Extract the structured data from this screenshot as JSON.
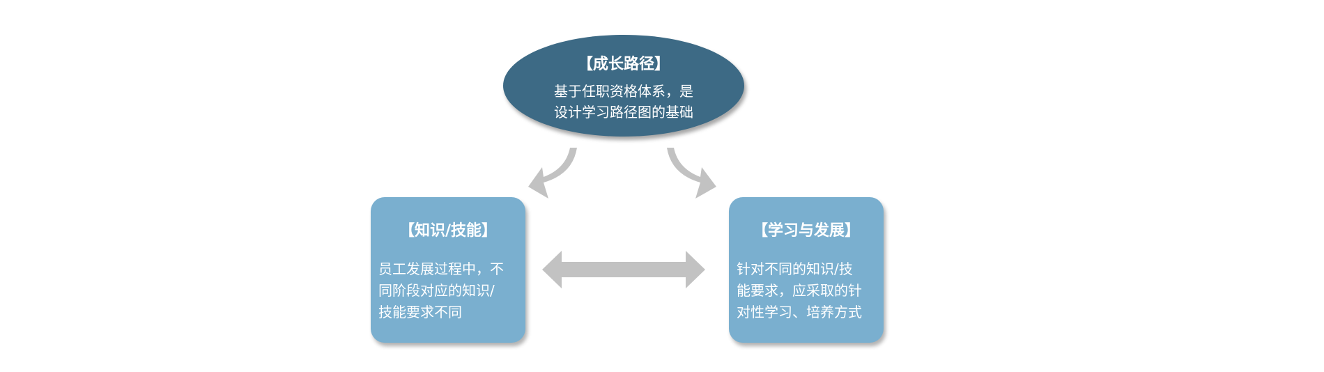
{
  "diagram": {
    "top_node": {
      "title": "【成长路径】",
      "line1": "基于任职资格体系，是",
      "line2": "设计学习路径图的基础"
    },
    "left_node": {
      "title": "【知识/技能】",
      "line1": "员工发展过程中，不",
      "line2": "同阶段对应的知识/",
      "line3": "技能要求不同"
    },
    "right_node": {
      "title": "【学习与发展】",
      "line1": "针对不同的知识/技",
      "line2": "能要求，应采取的针",
      "line3": "对性学习、培养方式"
    },
    "colors": {
      "top_node_fill": "#3d6a85",
      "side_node_fill": "#7aafcf",
      "arrow_fill": "#c2c2c2",
      "text": "#ffffff"
    }
  }
}
